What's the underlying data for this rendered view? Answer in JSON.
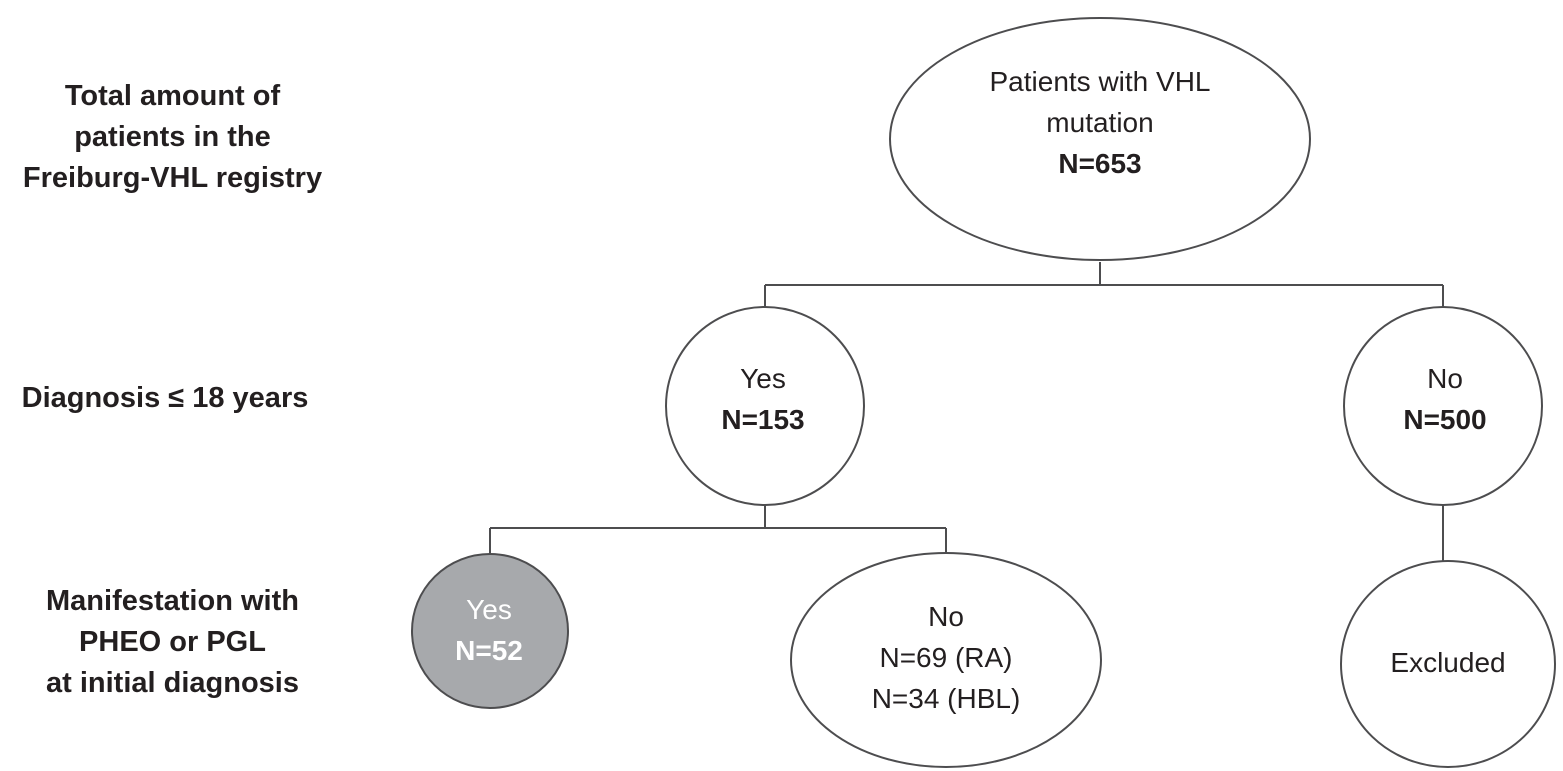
{
  "row_labels": {
    "total": [
      "Total amount of",
      "patients in the",
      "Freiburg-VHL registry"
    ],
    "diagnosis": [
      "Diagnosis ≤ 18 years"
    ],
    "manifestation": [
      "Manifestation with",
      "PHEO or PGL",
      "at initial diagnosis"
    ]
  },
  "nodes": {
    "root": {
      "lines": [
        "Patients with VHL",
        "mutation"
      ],
      "count": "N=653"
    },
    "yes_diag": {
      "label": "Yes",
      "count": "N=153"
    },
    "no_diag": {
      "label": "No",
      "count": "N=500"
    },
    "yes_pheo": {
      "label": "Yes",
      "count": "N=52",
      "fill": "#a7a9ac"
    },
    "no_pheo": {
      "label": "No",
      "lines": [
        "N=69 (RA)",
        "N=34 (HBL)"
      ]
    },
    "excluded": {
      "label": "Excluded"
    }
  },
  "colors": {
    "stroke": "#4d4d4f",
    "text": "#231f20",
    "highlight_fill": "#a7a9ac",
    "highlight_text": "#ffffff"
  }
}
